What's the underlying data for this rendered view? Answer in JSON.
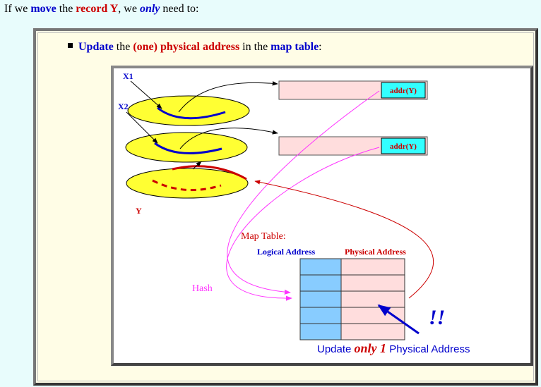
{
  "intro": {
    "p1": "If we ",
    "move": "move",
    "p2": " the ",
    "record": "record Y",
    "p3": ", we ",
    "only": "only",
    "p4": " need to:"
  },
  "bullet": {
    "update": "Update",
    "p1": " the ",
    "one_phys": "(one) physical address",
    "p2": " in the ",
    "map_table": "map table",
    "p3": ":"
  },
  "figure": {
    "x1": "X1",
    "x2": "X2",
    "y": "Y",
    "addr1": "addr(Y)",
    "addr2": "addr(Y)",
    "map_title": "Map Table:",
    "logical": "Logical Address",
    "physical": "Physical Address",
    "hash": "Hash",
    "bang": "!!",
    "update_pre": "Update ",
    "update_only": "only 1",
    "update_post": " Physical Address"
  },
  "colors": {
    "blue": "#0000cc",
    "red": "#cc0000",
    "magenta": "#ff33ff",
    "yellow": "#ffff33",
    "cyan": "#33ffff",
    "pink": "#ffdddd",
    "lightblue": "#88ccff"
  }
}
